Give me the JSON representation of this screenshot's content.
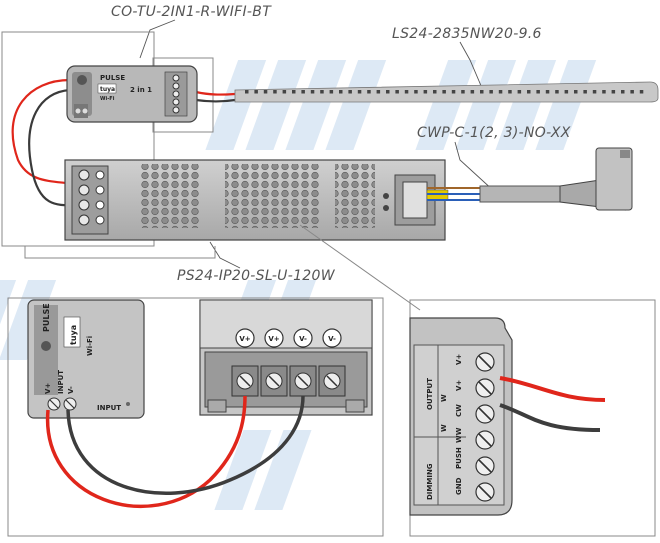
{
  "callouts": {
    "controller": "CO-TU-2IN1-R-WIFI-BT",
    "strip": "LS24-2835NW20-9.6",
    "cable": "CWP-C-1(2, 3)-NO-XX",
    "psu": "PS24-IP20-SL-U-120W"
  },
  "controller": {
    "brand": "PULSE",
    "logo": "tuya",
    "wifi": "Wi-Fi",
    "model": "2 in 1",
    "input": "INPUT",
    "v_plus": "V+",
    "v_minus": "V-"
  },
  "psu_terminals": [
    "V+",
    "V+",
    "V-",
    "V-"
  ],
  "controller_terminals": {
    "groups": [
      "OUTPUT",
      "DIMMING"
    ],
    "rows": [
      "V+",
      "V+",
      "CW",
      "WW",
      "PUSH",
      "GND"
    ],
    "functions": [
      "W",
      "W"
    ]
  },
  "colors": {
    "red_wire": "#e0261b",
    "black_wire": "#3a3a3a",
    "watermark": "#dde9f5",
    "casing": "#bfbfbf"
  }
}
